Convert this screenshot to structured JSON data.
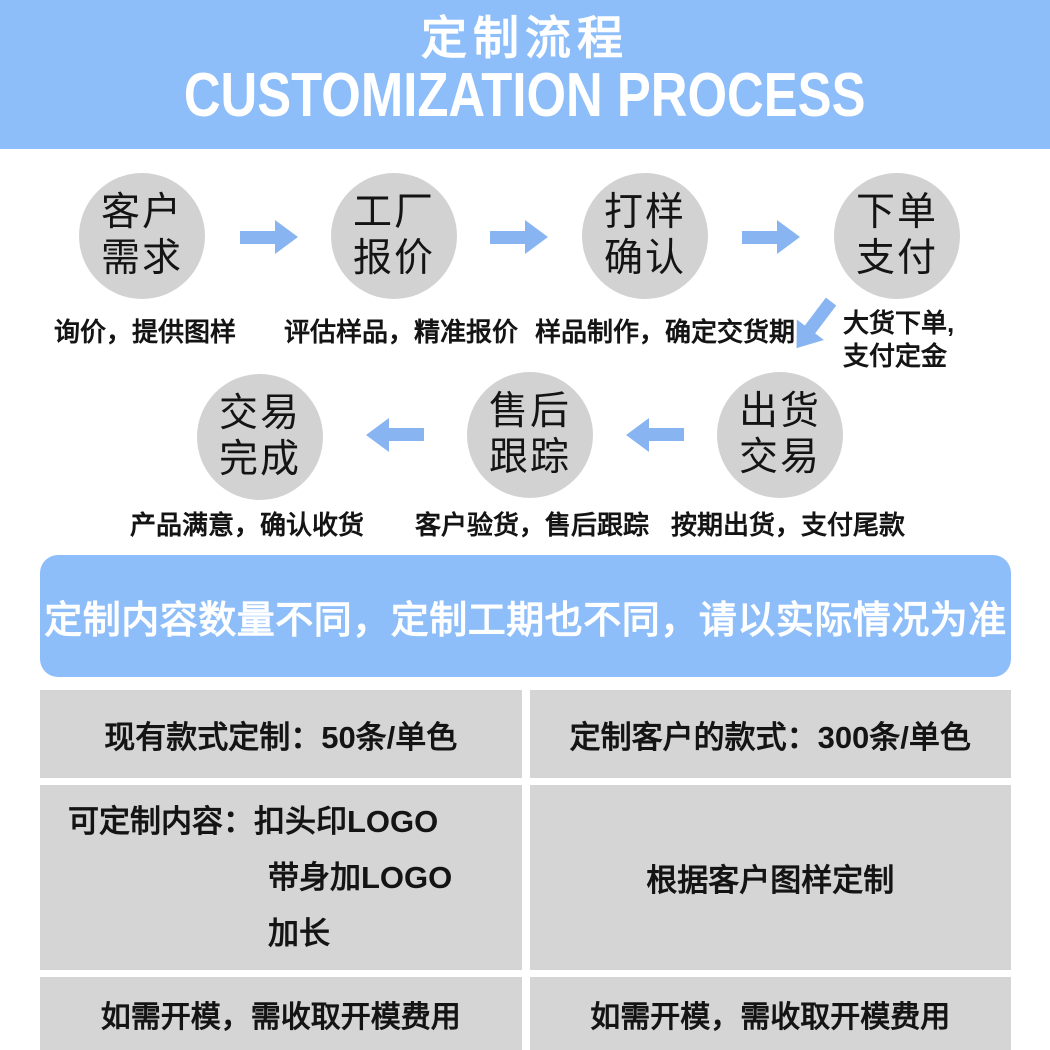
{
  "colors": {
    "page_bg": "#ffffff",
    "band_blue": "#8dbefa",
    "arrow_blue": "#88b5f2",
    "circle_gray": "#d2d2d2",
    "cell_gray": "#d5d5d5",
    "ink": "#141414",
    "title_white": "#ffffff"
  },
  "header": {
    "title_zh": "定制流程",
    "title_en": "CUSTOMIZATION PROCESS"
  },
  "flow": {
    "steps": [
      {
        "line1": "客户",
        "line2": "需求",
        "caption": "询价，提供图样"
      },
      {
        "line1": "工厂",
        "line2": "报价",
        "caption": "评估样品，精准报价"
      },
      {
        "line1": "打样",
        "line2": "确认",
        "caption": "样品制作，确定交货期"
      },
      {
        "line1": "下单",
        "line2": "支付",
        "caption_line1": "大货下单,",
        "caption_line2": "支付定金"
      },
      {
        "line1": "出货",
        "line2": "交易",
        "caption": "按期出货，支付尾款"
      },
      {
        "line1": "售后",
        "line2": "跟踪",
        "caption": "客户验货，售后跟踪"
      },
      {
        "line1": "交易",
        "line2": "完成",
        "caption": "产品满意，确认收货"
      }
    ]
  },
  "banner": {
    "text": "定制内容数量不同，定制工期也不同，请以实际情况为准"
  },
  "table": {
    "rows": [
      {
        "left": "现有款式定制：50条/单色",
        "right": "定制客户的款式：300条/单色"
      },
      {
        "left_label": "可定制内容：",
        "left_items": [
          "扣头印LOGO",
          "带身加LOGO",
          "加长"
        ],
        "right": "根据客户图样定制"
      },
      {
        "left": "如需开模，需收取开模费用",
        "right": "如需开模，需收取开模费用"
      }
    ]
  }
}
